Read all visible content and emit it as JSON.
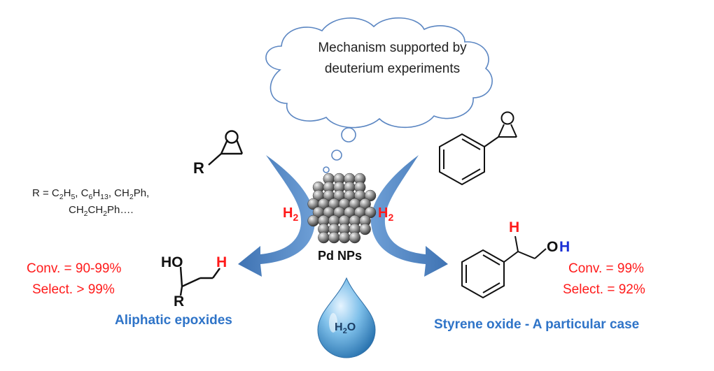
{
  "cloud": {
    "line1": "Mechanism supported by",
    "line2": "deuterium experiments"
  },
  "left": {
    "r_group_label": "R",
    "r_definition_line1": "R = C2H5, C6H13, CH2Ph,",
    "r_definition_line2": "CH2CH2Ph….",
    "h2_label": "H2",
    "product_labels": {
      "ho": "HO",
      "h": "H",
      "r": "R"
    },
    "conversion": "Conv. = 90-99%",
    "selectivity": "Select. > 99%",
    "caption": "Aliphatic epoxides"
  },
  "center": {
    "catalyst_label": "Pd NPs",
    "solvent_label": "H2O"
  },
  "right": {
    "h2_label": "H2",
    "epoxide_o_label": "O",
    "product_labels": {
      "h": "H",
      "o": "O",
      "h_blue": "H"
    },
    "conversion": "Conv. = 99%",
    "selectivity": "Select. = 92%",
    "caption": "Styrene oxide - A particular case"
  },
  "colors": {
    "red": "#ff1a1a",
    "blue_text": "#2f74c8",
    "arrow_blue": "#4a7fbd",
    "cloud_outline": "#5b86c2",
    "water_drop": "#4e9ad0"
  }
}
